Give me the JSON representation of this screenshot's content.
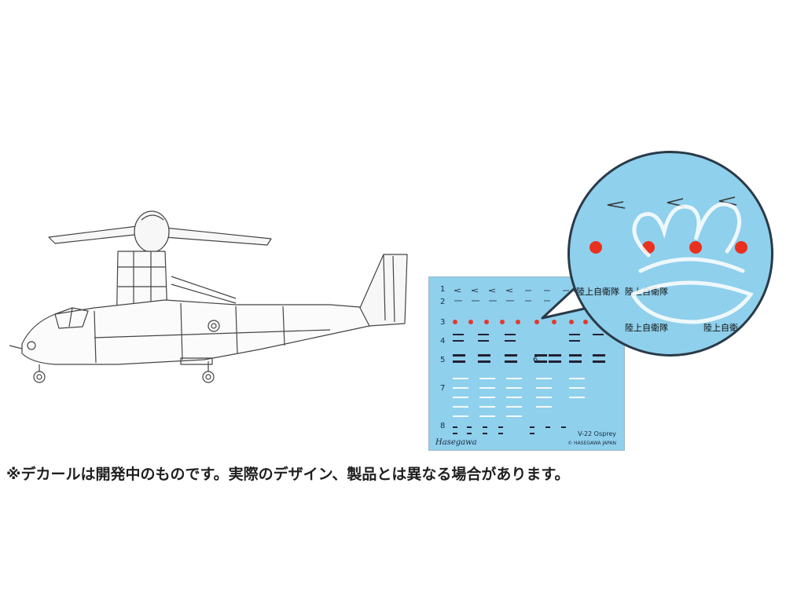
{
  "decal_sheet": {
    "row_numbers": [
      "1",
      "2",
      "3",
      "4",
      "5",
      "6",
      "7",
      "8"
    ],
    "sheet_name": "V-22 Osprey",
    "copyright": "© HASEGAWA JAPAN",
    "signature": "Hasegawa"
  },
  "zoom": {
    "labels": [
      "陸上自衛隊",
      "陸上自衛隊",
      "陸上自衛隊",
      "陸上自衛"
    ]
  },
  "disclaimer": "※デカールは開発中のものです。実際のデザイン、製品とは異なる場合があります。",
  "colors": {
    "decal_blue": "#8fd0ec",
    "hinomaru_red": "#e8321f",
    "line_art": "#444444"
  }
}
